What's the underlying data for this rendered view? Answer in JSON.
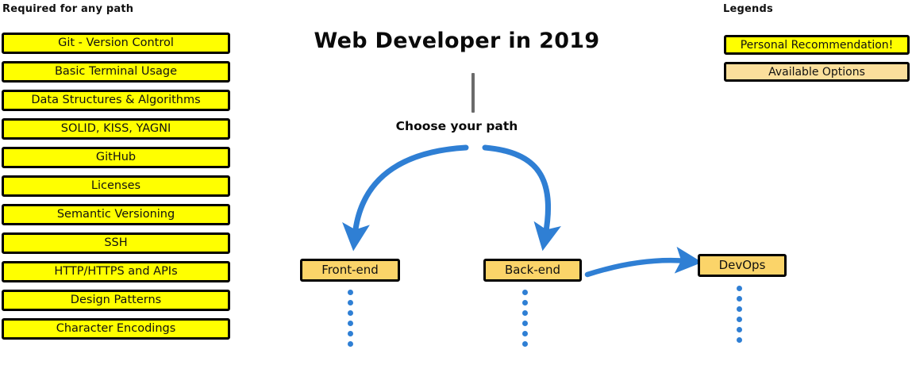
{
  "title": "Web Developer in 2019",
  "colors": {
    "recommendation_yellow": "#ffff00",
    "available_option_tan": "#fbdf9c",
    "node_tan": "#fbd469",
    "arrow_blue": "#2f7fd4",
    "trunk_gray": "#6b6b6b",
    "outline_black": "#000000"
  },
  "required": {
    "heading": "Required for any path",
    "items": [
      {
        "label": "Git - Version Control"
      },
      {
        "label": "Basic Terminal Usage"
      },
      {
        "label": "Data Structures & Algorithms"
      },
      {
        "label": "SOLID, KISS, YAGNI"
      },
      {
        "label": "GitHub"
      },
      {
        "label": "Licenses"
      },
      {
        "label": "Semantic Versioning"
      },
      {
        "label": "SSH"
      },
      {
        "label": "HTTP/HTTPS and APIs"
      },
      {
        "label": "Design Patterns"
      },
      {
        "label": "Character Encodings"
      }
    ]
  },
  "legends": {
    "heading": "Legends",
    "items": [
      {
        "label": "Personal Recommendation!",
        "swatch": "recommendation-yellow"
      },
      {
        "label": "Available Options",
        "swatch": "available-tan"
      }
    ]
  },
  "flow": {
    "choose_path_label": "Choose your path",
    "nodes": [
      {
        "id": "frontend",
        "label": "Front-end"
      },
      {
        "id": "backend",
        "label": "Back-end"
      },
      {
        "id": "devops",
        "label": "DevOps"
      }
    ],
    "dots_per_trail": 6
  }
}
